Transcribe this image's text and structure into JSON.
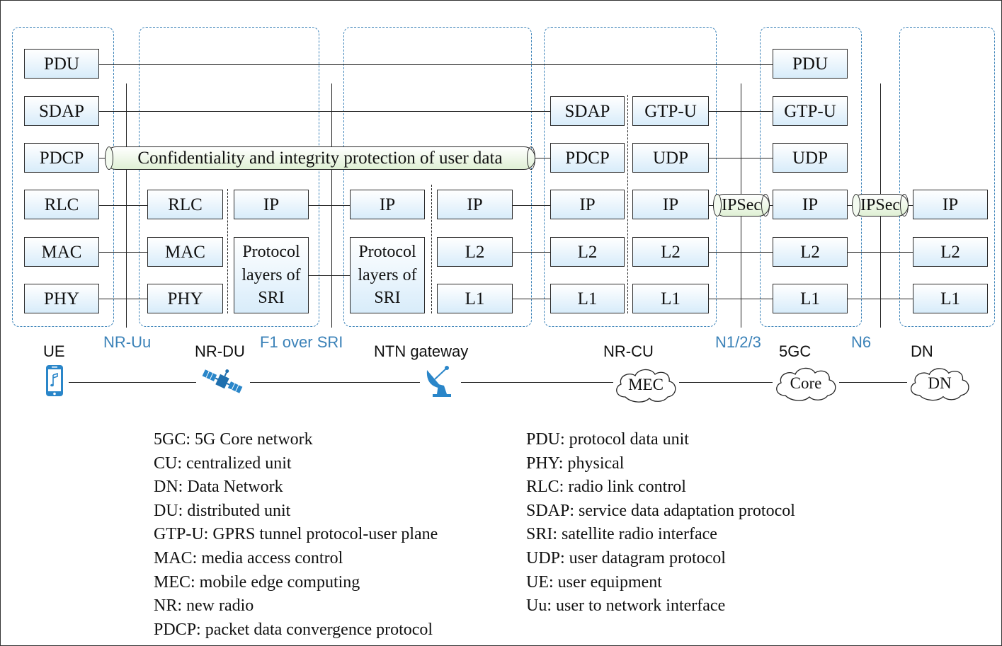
{
  "stacks": {
    "ue": {
      "pdu": "PDU",
      "sdap": "SDAP",
      "pdcp": "PDCP",
      "rlc": "RLC",
      "mac": "MAC",
      "phy": "PHY"
    },
    "nr_du": {
      "rlc": "RLC",
      "mac": "MAC",
      "phy": "PHY",
      "ip": "IP",
      "sri": "Protocol\nlayers of\nSRI"
    },
    "ntn_gateway": {
      "sri": "Protocol\nlayers of\nSRI",
      "ip_left": "IP",
      "ip_right": "IP",
      "l2": "L2",
      "l1": "L1"
    },
    "nr_cu": {
      "sdap": "SDAP",
      "pdcp": "PDCP",
      "ip_left": "IP",
      "l2_left": "L2",
      "l1_left": "L1",
      "gtpu": "GTP-U",
      "udp": "UDP",
      "ip_right": "IP",
      "l2_right": "L2",
      "l1_right": "L1"
    },
    "core": {
      "pdu": "PDU",
      "gtpu": "GTP-U",
      "udp": "UDP",
      "ip": "IP",
      "l2": "L2",
      "l1": "L1"
    },
    "dn": {
      "ip": "IP",
      "l2": "L2",
      "l1": "L1"
    }
  },
  "tunnels": {
    "protection": "Confidentiality and integrity protection of user data",
    "ipsec_1": "IPSec",
    "ipsec_2": "IPSec"
  },
  "interfaces": {
    "nr_uu": "NR-Uu",
    "f1_over_sri": "F1 over SRI",
    "n123": "N1/2/3",
    "n6": "N6"
  },
  "nodes": {
    "ue": "UE",
    "nr_du": "NR-DU",
    "ntn_gateway": "NTN gateway",
    "nr_cu": "NR-CU",
    "fivegc": "5GC",
    "dn": "DN"
  },
  "clouds": {
    "mec": "MEC",
    "core": "Core",
    "dn": "DN"
  },
  "icons": [
    "smartphone-icon",
    "satellite-icon",
    "satellite-dish-icon",
    "mec-cloud-icon",
    "core-cloud-icon",
    "dn-cloud-icon"
  ],
  "colors": {
    "group_border": "#3b82b8",
    "interface_label": "#3b82b8",
    "box_fill": "#d8ecfa",
    "tunnel_fill": "#dff0d4"
  },
  "legend": {
    "left": [
      "5GC: 5G Core network",
      "CU: centralized unit",
      "DN: Data Network",
      "DU: distributed unit",
      "GTP-U: GPRS tunnel protocol-user plane",
      "MAC: media access control",
      "MEC: mobile edge computing",
      "NR: new radio",
      "PDCP: packet data convergence protocol"
    ],
    "right": [
      "PDU: protocol data unit",
      "PHY: physical",
      "RLC: radio link control",
      "SDAP: service data adaptation protocol",
      "SRI: satellite radio interface",
      "UDP: user datagram protocol",
      "UE: user equipment",
      "Uu: user to network interface"
    ]
  }
}
